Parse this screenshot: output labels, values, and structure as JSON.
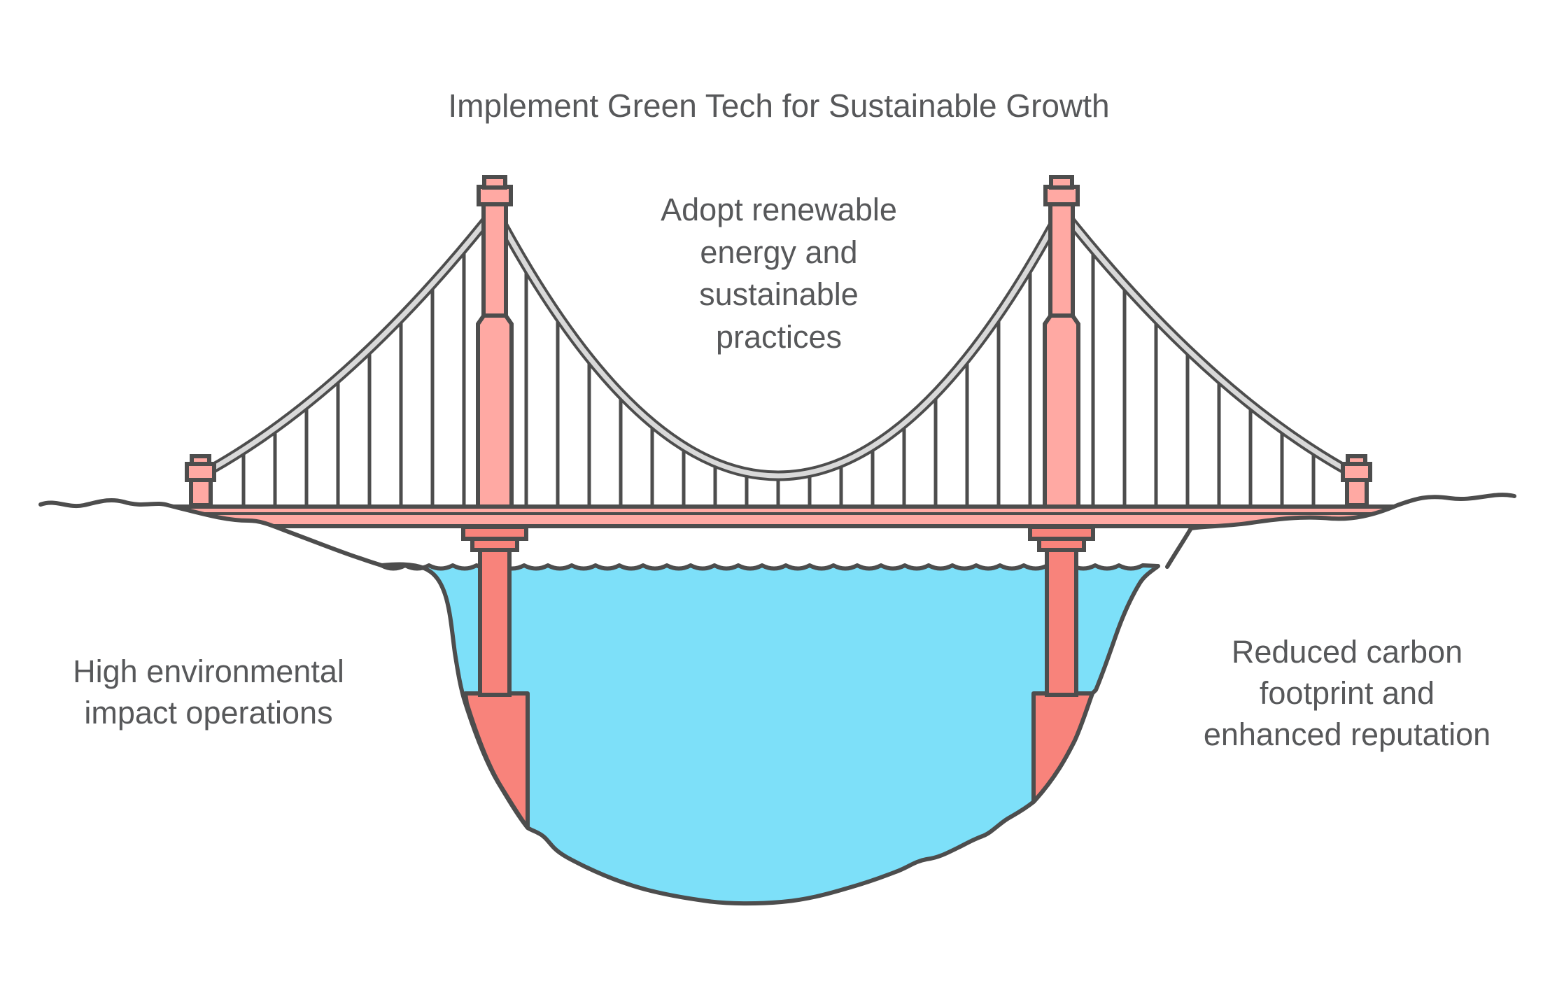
{
  "title": "Implement Green Tech for Sustainable Growth",
  "labels": {
    "top_center": {
      "lines": [
        "Adopt renewable",
        "energy and",
        "sustainable",
        "practices"
      ]
    },
    "left": {
      "lines": [
        "High environmental",
        "impact operations"
      ]
    },
    "right": {
      "lines": [
        "Reduced carbon",
        "footprint and",
        "enhanced reputation"
      ]
    }
  },
  "diagram": {
    "type": "suspension-bridge-illustration",
    "elements": [
      "main-cable",
      "suspender-cables",
      "left-tower",
      "right-tower",
      "bridge-deck",
      "left-anchor-pillar",
      "right-anchor-pillar",
      "water-body",
      "left-shore",
      "right-shore",
      "left-pier",
      "right-pier"
    ]
  },
  "colors": {
    "outline": "#4D4D4D",
    "salmon_light": "#FFA9A3",
    "salmon_dark": "#F8837B",
    "cable_fill": "#D9D9D9",
    "water": "#7DE0F9",
    "text": "#57585A",
    "background": "#FFFFFF"
  }
}
